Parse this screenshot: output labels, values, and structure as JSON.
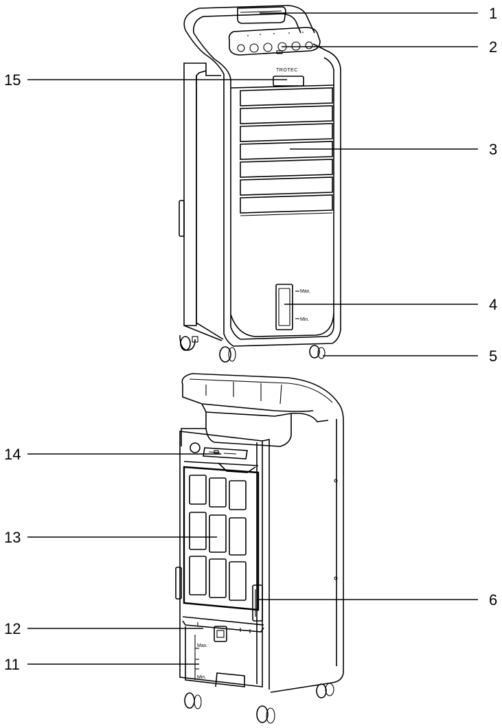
{
  "brand_label": "TROTEC",
  "front_tank_labels": {
    "max": "Max.",
    "min": "Min."
  },
  "rear_tank_labels": {
    "max": "Max.",
    "min": "Min."
  },
  "callouts": [
    {
      "id": "c1",
      "label": "1"
    },
    {
      "id": "c2",
      "label": "2"
    },
    {
      "id": "c3",
      "label": "3"
    },
    {
      "id": "c4",
      "label": "4"
    },
    {
      "id": "c5",
      "label": "5"
    },
    {
      "id": "c6",
      "label": "6"
    },
    {
      "id": "c11",
      "label": "11"
    },
    {
      "id": "c12",
      "label": "12"
    },
    {
      "id": "c13",
      "label": "13"
    },
    {
      "id": "c14",
      "label": "14"
    },
    {
      "id": "c15",
      "label": "15"
    }
  ]
}
